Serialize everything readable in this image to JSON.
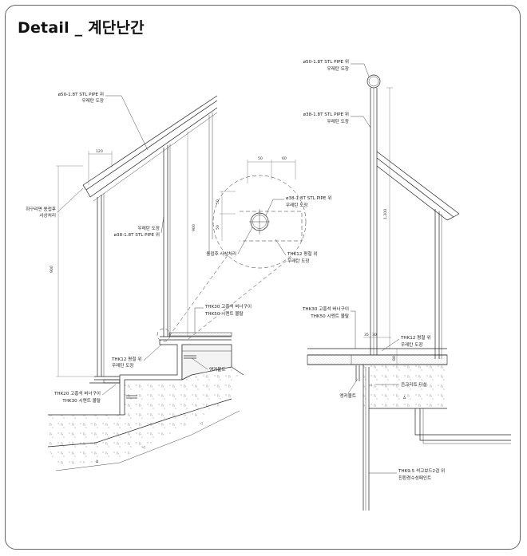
{
  "title": "Detail _ 계단난간",
  "left_detail": {
    "labels": {
      "pipe50": [
        "ø50-1.8T STL PIPE 위",
        "우레탄 도장"
      ],
      "bottom_weld": [
        "하구리면 용접후",
        "사상처리"
      ],
      "post": [
        "우레탄 도장",
        "ø38-1.8T STL PIPE 위"
      ],
      "stone_upper": [
        "THK30 고흥석 버너구이",
        "THK50 시멘트 몰탈"
      ],
      "flatbar": [
        "THK12 평철 위",
        "우레탄 도장"
      ],
      "anchor": "앵커볼트",
      "stone_lower": [
        "THK20 고흥석 버너구이",
        "THK30 시멘트 몰탈"
      ]
    },
    "dims": {
      "top": "120",
      "height_left": "900",
      "height_right": "900"
    }
  },
  "circle_detail": {
    "labels": {
      "pipe38": [
        "ø38-1.8T STL PIPE 위",
        "우레탄 도장"
      ],
      "weld": "용접후 사상처리",
      "flatbar": [
        "THK12 평철 위",
        "우레탄 도장"
      ]
    },
    "dims": {
      "w1": "50",
      "w2": "60",
      "h1": "50",
      "h2": "50"
    }
  },
  "right_detail": {
    "labels": {
      "pipe50": [
        "ø50-1.8T STL PIPE 위",
        "우레탄 도장"
      ],
      "pipe38": [
        "ø38-1.8T STL PIPE 위",
        "우레탄 도장"
      ],
      "stone": [
        "THK30 고흥석 버너구이",
        "THK50 시멘트 몰탈"
      ],
      "flatbar": [
        "THK12 평철 위",
        "우레탄 도장"
      ],
      "anchor": "앵커볼트",
      "concrete": "콘크리트 타설",
      "gypsum": [
        "THK9.5 석고보드2겹 위",
        "친환경수성페인트"
      ]
    },
    "dims": {
      "height": "1,200",
      "w1": "35",
      "w2": "30",
      "small": "80"
    }
  }
}
